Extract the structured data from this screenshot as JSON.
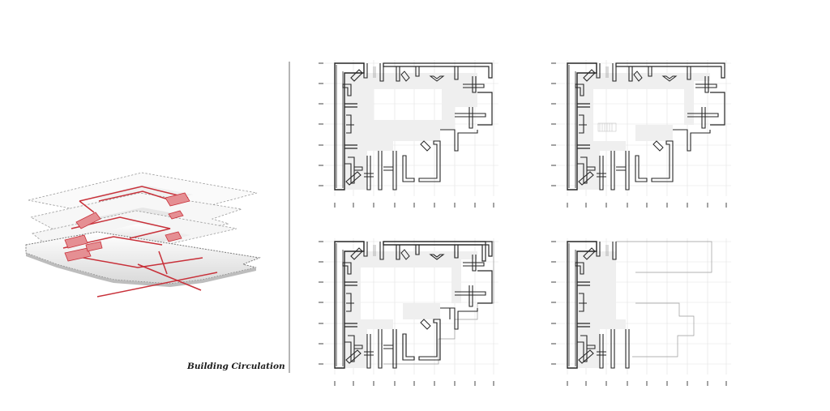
{
  "caption": "Building Circulation",
  "colors": {
    "circulation": "#c8313a",
    "circulation_fill": "#e58f93",
    "wall": "#262626",
    "corridor": "#efefef",
    "grid": "#e2e2e2",
    "slab_dash": "#9a9a9a",
    "divider": "#4a4a4a"
  },
  "icons": [
    "axonometric-exploded-diagram",
    "floor-plan"
  ],
  "plans": [
    {
      "id": "plan-top-left"
    },
    {
      "id": "plan-top-right"
    },
    {
      "id": "plan-bottom-left"
    },
    {
      "id": "plan-bottom-right"
    }
  ]
}
